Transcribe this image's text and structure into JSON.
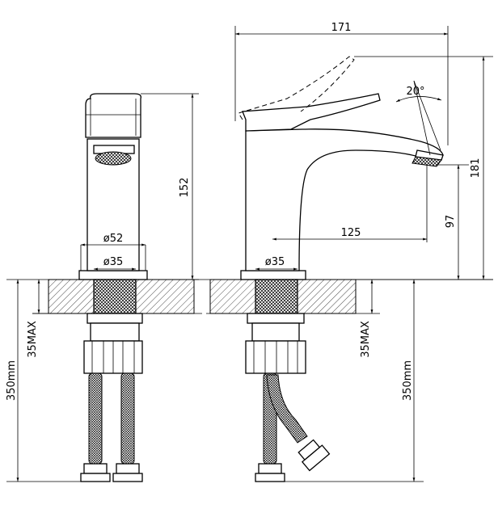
{
  "labels": {
    "width_171": "171",
    "height_181": "181",
    "height_152": "152",
    "angle_20": "20°",
    "reach_125": "125",
    "spout_97": "97",
    "dia_52": "ø52",
    "dia_35_front": "ø35",
    "dia_35_side": "ø35",
    "max_35_left": "35MAX",
    "max_35_right": "35MAX",
    "hose_350_left": "350mm",
    "hose_350_right": "350mm"
  }
}
